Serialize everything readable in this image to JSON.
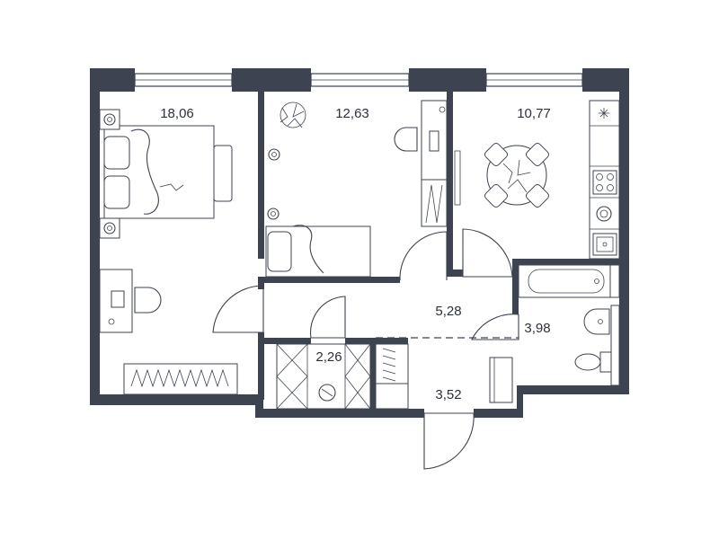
{
  "floor_plan": {
    "rooms": [
      {
        "id": "bedroom-large",
        "area": "18,06"
      },
      {
        "id": "bedroom-small",
        "area": "12,63"
      },
      {
        "id": "kitchen",
        "area": "10,77"
      },
      {
        "id": "hallway",
        "area": "5,28"
      },
      {
        "id": "bathroom",
        "area": "3,98"
      },
      {
        "id": "storage",
        "area": "2,26"
      },
      {
        "id": "entrance",
        "area": "3,52"
      }
    ],
    "colors": {
      "wall": "#3d4350",
      "line": "#3d4350",
      "background": "#ffffff"
    }
  }
}
